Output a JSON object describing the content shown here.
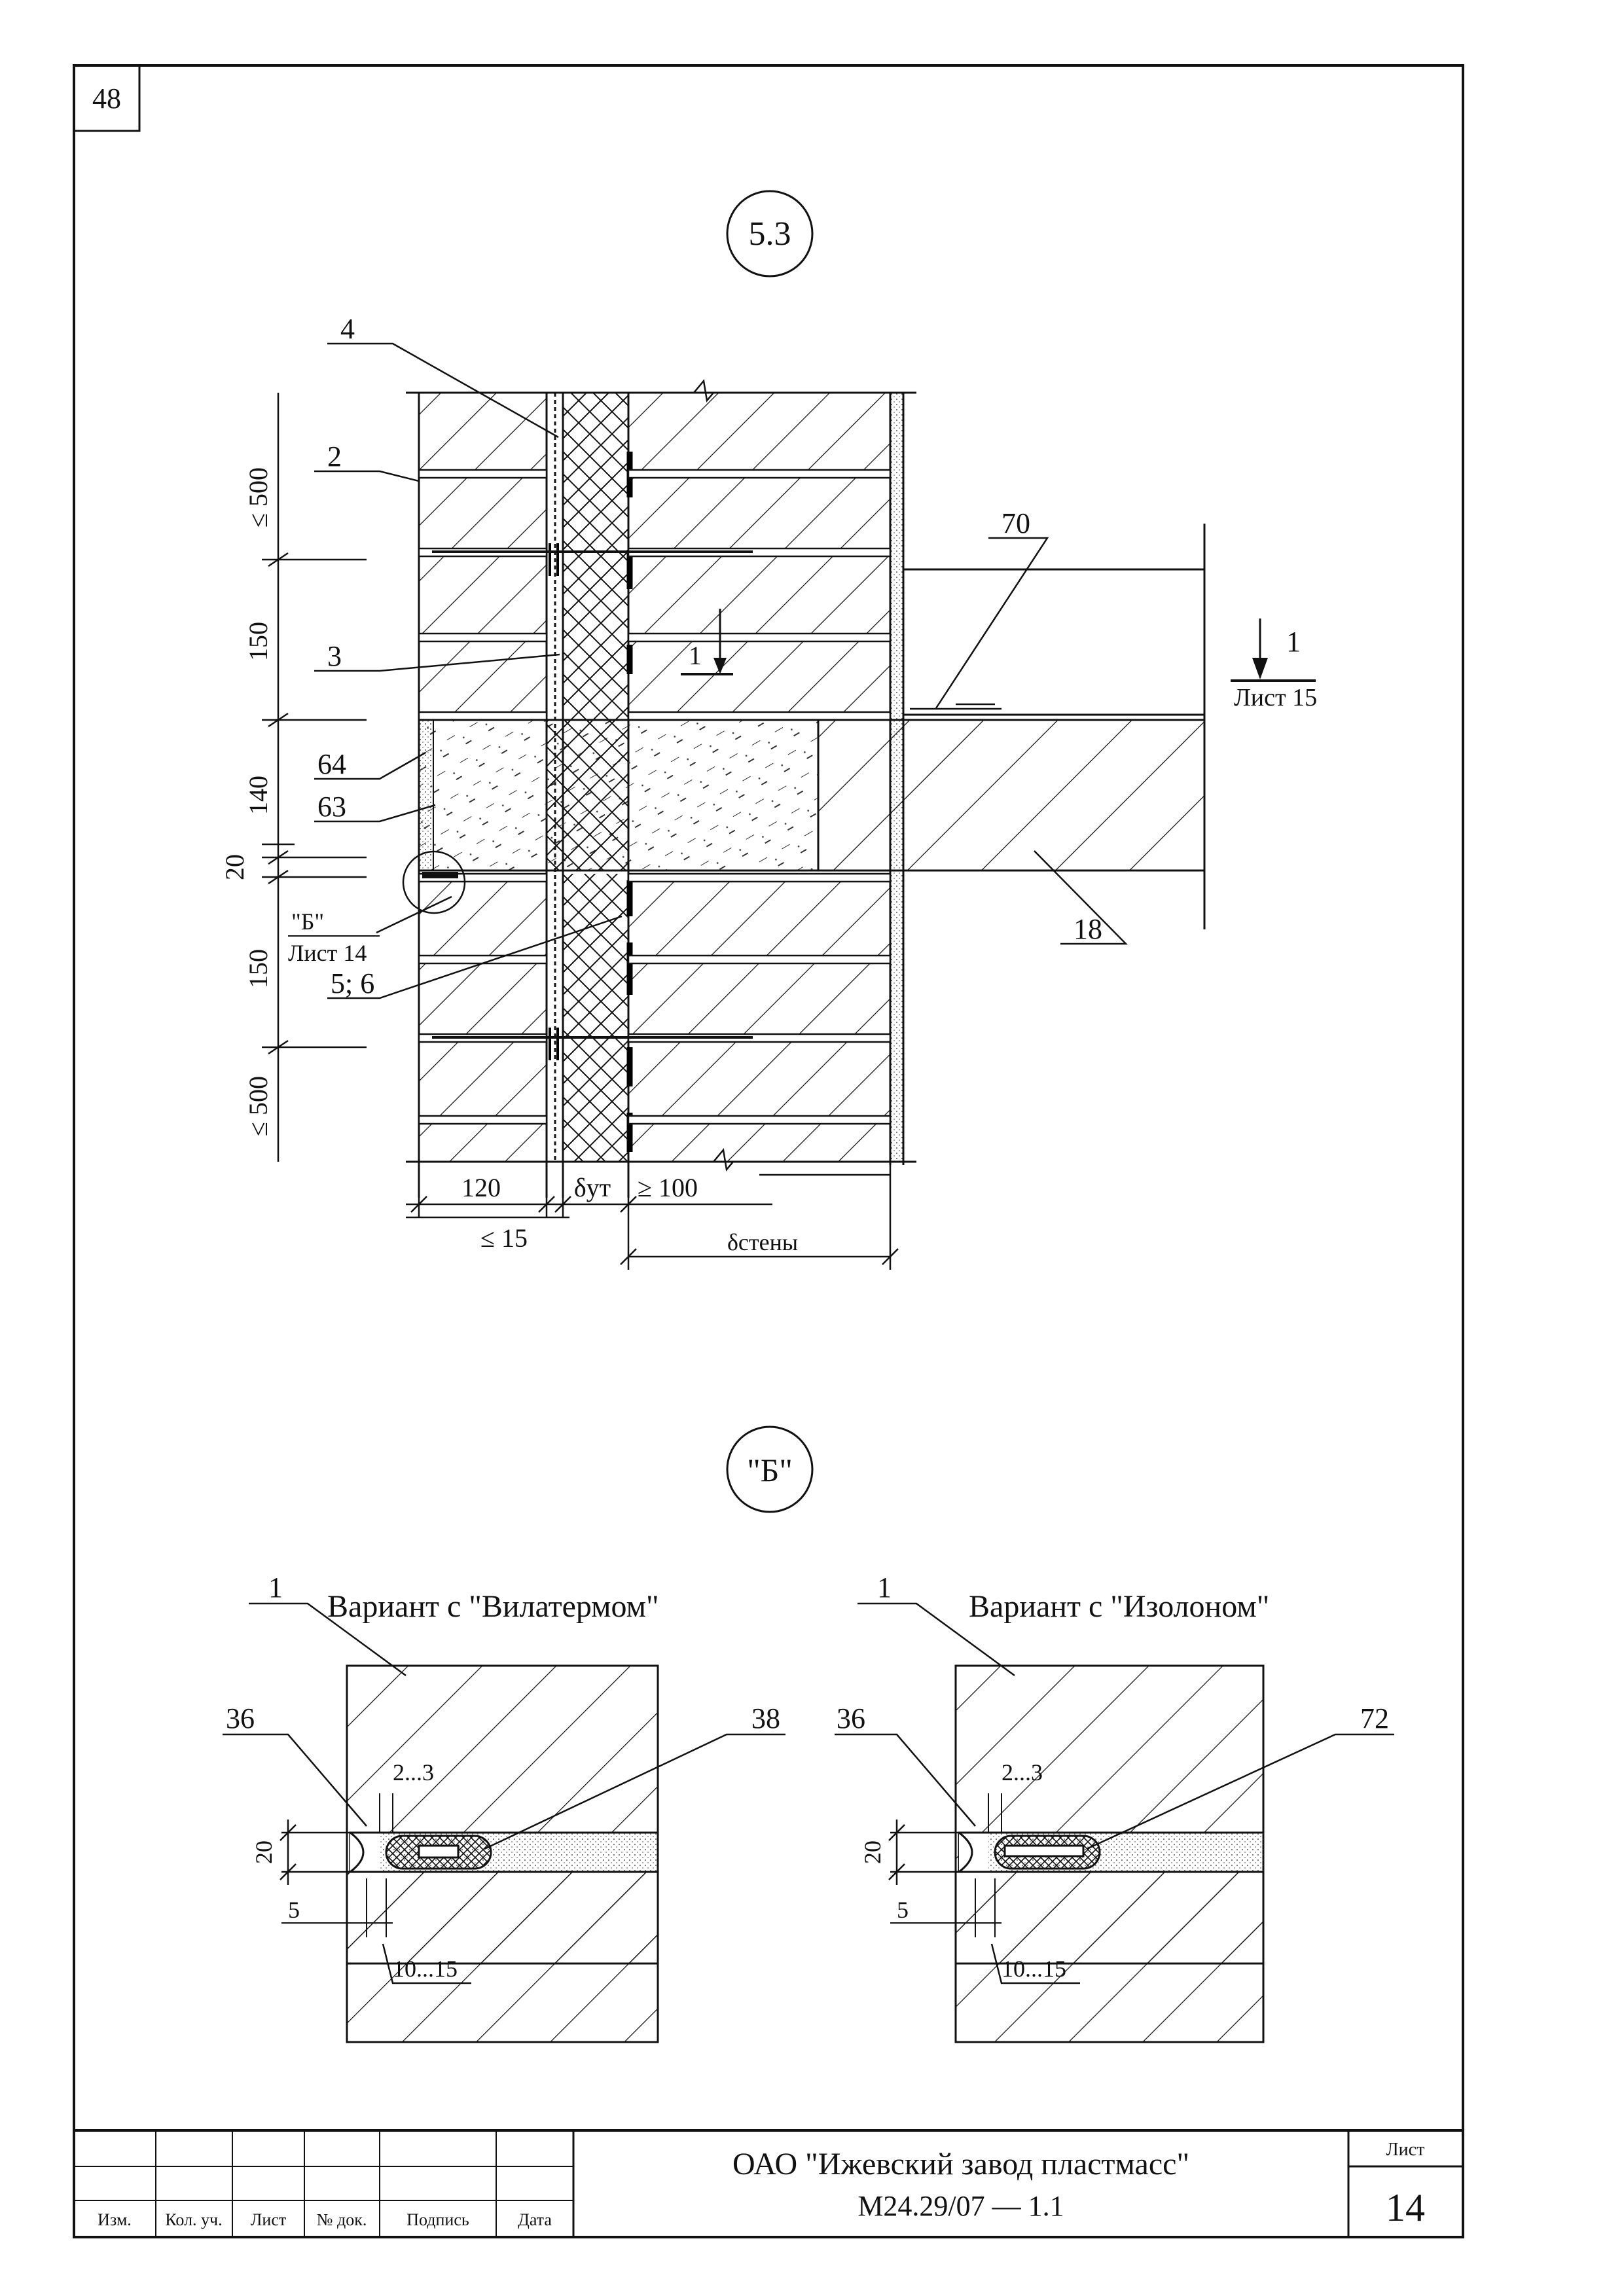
{
  "sheet": {
    "corner_number": "48",
    "detail_marker": "5.3",
    "callout_b_marker": "\"Б\""
  },
  "section": {
    "leaders": [
      "4",
      "2",
      "3",
      "70",
      "64",
      "63",
      "18"
    ],
    "leader_56": "5; 6",
    "cut_mark": {
      "number": "1",
      "sheet": "Лист 15"
    },
    "cut_mark_small": "1",
    "callout_b": {
      "label": "\"Б\"",
      "sheet": "Лист 14"
    },
    "vertical_dims": [
      "≤ 500",
      "150",
      "140",
      "20",
      "150",
      "≤ 500"
    ],
    "bottom_dims": [
      "120",
      "δут",
      "≥ 100",
      "≤ 15",
      "δстены"
    ]
  },
  "detail_left": {
    "title": "Вариант с \"Вилатермом\"",
    "labels": [
      "1",
      "36",
      "38",
      "2...3",
      "20",
      "5",
      "10...15"
    ]
  },
  "detail_right": {
    "title": "Вариант с \"Изолоном\"",
    "labels": [
      "1",
      "36",
      "72",
      "2...3",
      "20",
      "5",
      "10...15"
    ]
  },
  "title_block": {
    "headers": [
      "Изм.",
      "Кол. уч.",
      "Лист",
      "№ док.",
      "Подпись",
      "Дата"
    ],
    "organization": "ОАО \"Ижевский завод пластмасс\"",
    "doc_code": "М24.29/07 — 1.1",
    "sheet_label": "Лист",
    "sheet_number": "14"
  }
}
